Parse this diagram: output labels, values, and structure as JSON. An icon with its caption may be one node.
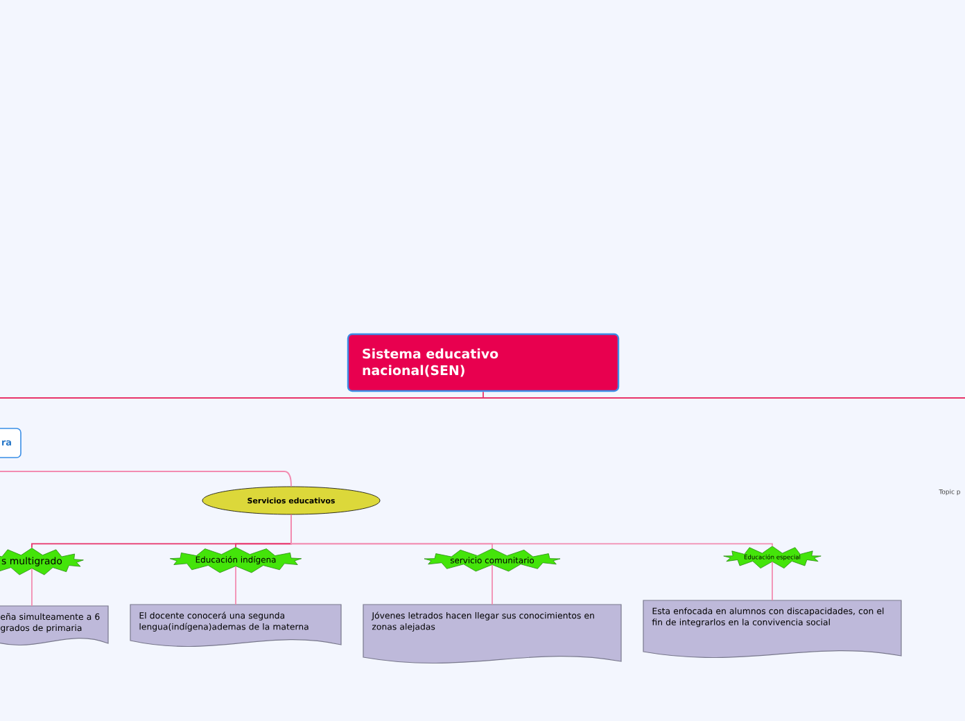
{
  "diagram": {
    "nodes": [
      {
        "text": [
          "Sistema educativo nacional(SEN)"
        ]
      },
      {
        "text": [
          "ra"
        ]
      },
      {
        "text": [
          "Servicios educativos"
        ]
      },
      {
        "text": [
          "s multigrado"
        ]
      },
      {
        "text": [
          "Educación indígena"
        ]
      },
      {
        "text": [
          "servicio comunitario"
        ]
      },
      {
        "text": [
          "Educación especial"
        ]
      },
      {
        "text": [
          "eña simulteamente a 6 grados de primaria"
        ]
      },
      {
        "text": [
          "El docente conocerá una segunda lengua(indígena)ademas de la materna"
        ]
      },
      {
        "text": [
          "Jóvenes letrados hacen llegar sus conocimientos en zonas alejadas"
        ]
      },
      {
        "text": [
          "Esta enfocada en alumnos con discapacidades, con el fin de integrarlos en la convivencia social"
        ]
      }
    ],
    "edges": [
      {
        "from": 0,
        "to": null,
        "arrow": "none",
        "color": "#e8336a"
      },
      {
        "from": 1,
        "to": 2,
        "arrow": "none"
      },
      {
        "from": 2,
        "to": 3,
        "arrow": "none",
        "color": "#e8336a"
      },
      {
        "from": 2,
        "to": 4,
        "arrow": "none",
        "color": "#e8336a"
      },
      {
        "from": 2,
        "to": 5,
        "arrow": "none"
      },
      {
        "from": 2,
        "to": 6,
        "arrow": "none"
      },
      {
        "from": 3,
        "to": 7,
        "arrow": "none"
      },
      {
        "from": 4,
        "to": 8,
        "arrow": "none"
      },
      {
        "from": 5,
        "to": 9,
        "arrow": "none"
      },
      {
        "from": 6,
        "to": 10,
        "arrow": "none"
      }
    ],
    "labels": [
      "Topic p"
    ]
  }
}
